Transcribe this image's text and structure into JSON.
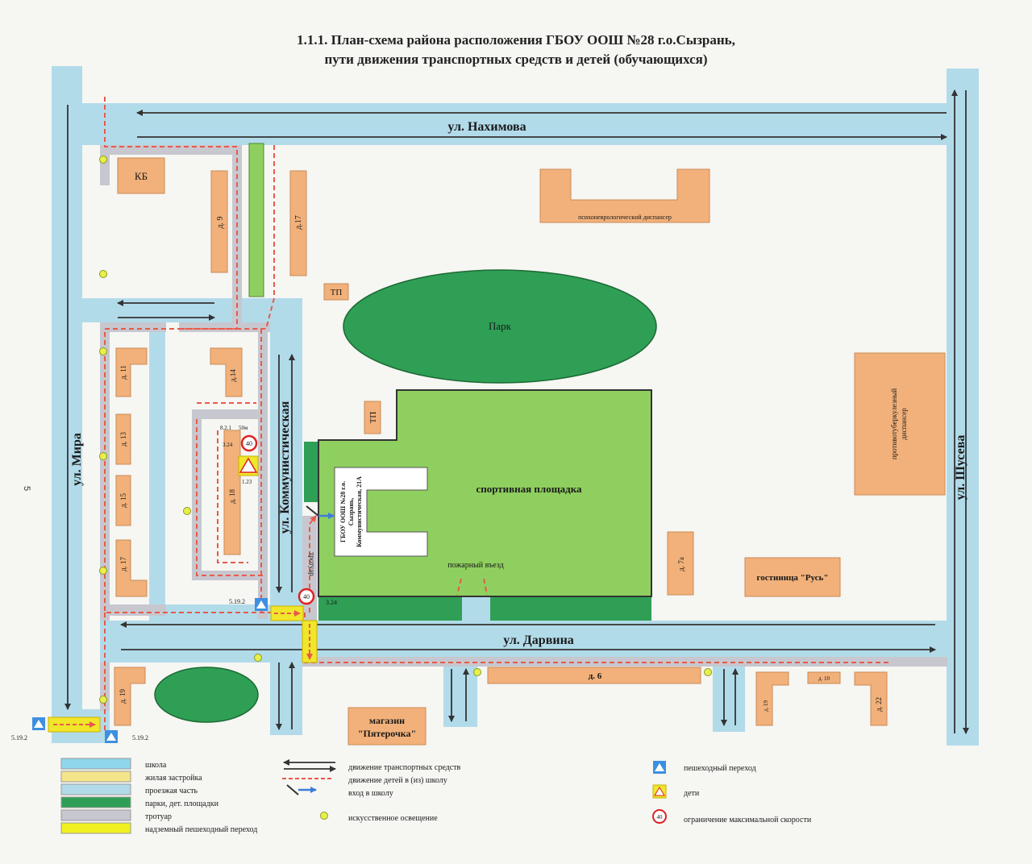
{
  "title": {
    "line1": "1.1.1. План-схема района расположения ГБОУ ООШ №28 г.о.Сызрань,",
    "line2": "пути движения транспортных средств и детей (обучающихся)"
  },
  "page_number": "5",
  "streets": {
    "nakhimova": "ул. Нахимова",
    "mira": "ул. Мира",
    "kommunisticheskaya": "ул. Коммунистическая",
    "darvina": "ул. Дарвина",
    "shuseva": "ул. Шусева"
  },
  "buildings": {
    "kb": "КБ",
    "d9": "д. 9",
    "d17_top": "д.17",
    "tp1": "ТП",
    "tp2": "ТП",
    "psycho": "психоневрологический диспансер",
    "d11": "д. 11",
    "d14": "д.14",
    "d13": "д. 13",
    "d15": "д. 15",
    "d17_left": "д. 17",
    "d18": "д. 18",
    "school": "ГБОУ ООШ №28 г.о. Сызрань, Коммунистическая, 21А",
    "school_l1": "ГБОУ ООШ №28 г.о.",
    "school_l2": "Сызрань,",
    "school_l3": "Коммунистическая, 21А",
    "d7a": "д. 7а",
    "rus": "гостиница \"Русь\"",
    "tb_l1": "противотуберкулезный",
    "tb_l2": "диспансер",
    "d19_left": "д. 19",
    "shop_l1": "магазин",
    "shop_l2": "\"Пятерочка\"",
    "d6": "д. 6",
    "d19_right": "д. 19",
    "d10": "д. 10",
    "d22": "д. 22"
  },
  "areas": {
    "park": "Парк",
    "sport": "спортивная площадка",
    "fire_entry": "пожарный въезд",
    "sidewalk": "тротуар"
  },
  "signs": {
    "s821": "8.2.1",
    "s50m": "50м",
    "s324a": "3.24",
    "s123": "1.23",
    "s324b": "3.24",
    "s5192a": "5.19.2",
    "s5192b": "5.19.2",
    "s5192c": "5.19.2",
    "speed": "40"
  },
  "legend": {
    "school": "школа",
    "housing": "жилая застройка",
    "roadway": "проезжая часть",
    "parks": "парки, дет. площадки",
    "sidewalk": "тротуар",
    "overpass": "надземный пешеходный переход",
    "traffic": "движение транспортных средств",
    "children_move": "движение детей в (из) школу",
    "entry": "вход в школу",
    "lighting": "искусственное освещение",
    "crossing": "пешеходный переход",
    "children": "дети",
    "speed_limit": "ограничение максимальной скорости"
  },
  "colors": {
    "road": "#b2dbea",
    "sidewalk": "#c7c7cf",
    "building": "#f2b17a",
    "park": "#8fcf5f",
    "park_dark": "#2f9f55",
    "overpass": "#f0e62a",
    "path": "#e85a4a",
    "arrow": "#333333",
    "entry_arrow": "#3d7dd8"
  }
}
